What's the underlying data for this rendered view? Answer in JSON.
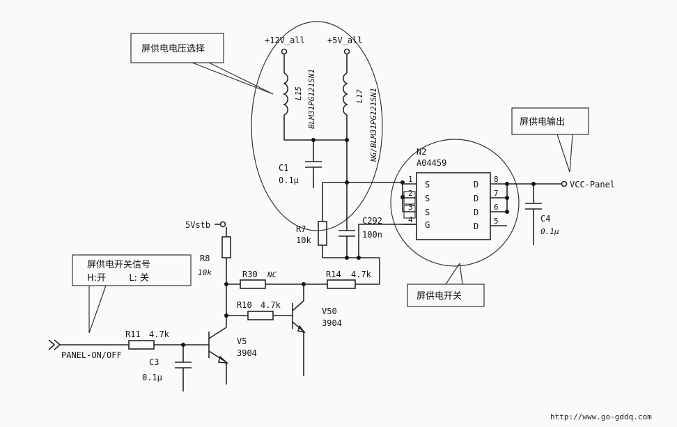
{
  "callouts": {
    "voltage_select": "屏供电电压选择",
    "output": "屏供电输出",
    "switch_signal_line1": "屏供电开关信号",
    "switch_signal_line2": "H:开        L: 关",
    "power_switch": "屏供电开关"
  },
  "rails": {
    "v12": "+12V_all",
    "v5": "+5V_all",
    "v5stb": "5Vstb",
    "vcc_panel": "VCC-Panel",
    "panel_on_off": "PANEL-ON/OFF"
  },
  "components": {
    "l15_ref": "L15",
    "l15_part": "BLM31PG121SN1",
    "l17_ref": "L17",
    "l17_part": "NG/BLM31PG121SN1",
    "c1_ref": "C1",
    "c1_val": "0.1μ",
    "n2_ref": "N2",
    "n2_part": "A04459",
    "c4_ref": "C4",
    "c4_val": "0.1μ",
    "r7_ref": "R7",
    "r7_val": "10k",
    "c292_ref": "C292",
    "c292_val": "100n",
    "r8_ref": "R8",
    "r8_val": "10k",
    "r30_ref": "R30",
    "r30_val": "NC",
    "r14_ref": "R14",
    "r14_val": "4.7k",
    "r10_ref": "R10",
    "r10_val": "4.7k",
    "v50_ref": "V50",
    "v50_part": "3904",
    "r11_ref": "R11",
    "r11_val": "4.7k",
    "v5_ref": "V5",
    "v5_part": "3904",
    "c3_ref": "C3",
    "c3_val": "0.1μ"
  },
  "ic_pins": {
    "left": [
      {
        "num": "1",
        "name": "S"
      },
      {
        "num": "2",
        "name": "S"
      },
      {
        "num": "3",
        "name": "S"
      },
      {
        "num": "4",
        "name": "G"
      }
    ],
    "right": [
      {
        "num": "8",
        "name": "D"
      },
      {
        "num": "7",
        "name": "D"
      },
      {
        "num": "6",
        "name": "D"
      },
      {
        "num": "5",
        "name": "D"
      }
    ]
  },
  "footer": {
    "url": "http://www.go-gddq.com"
  }
}
